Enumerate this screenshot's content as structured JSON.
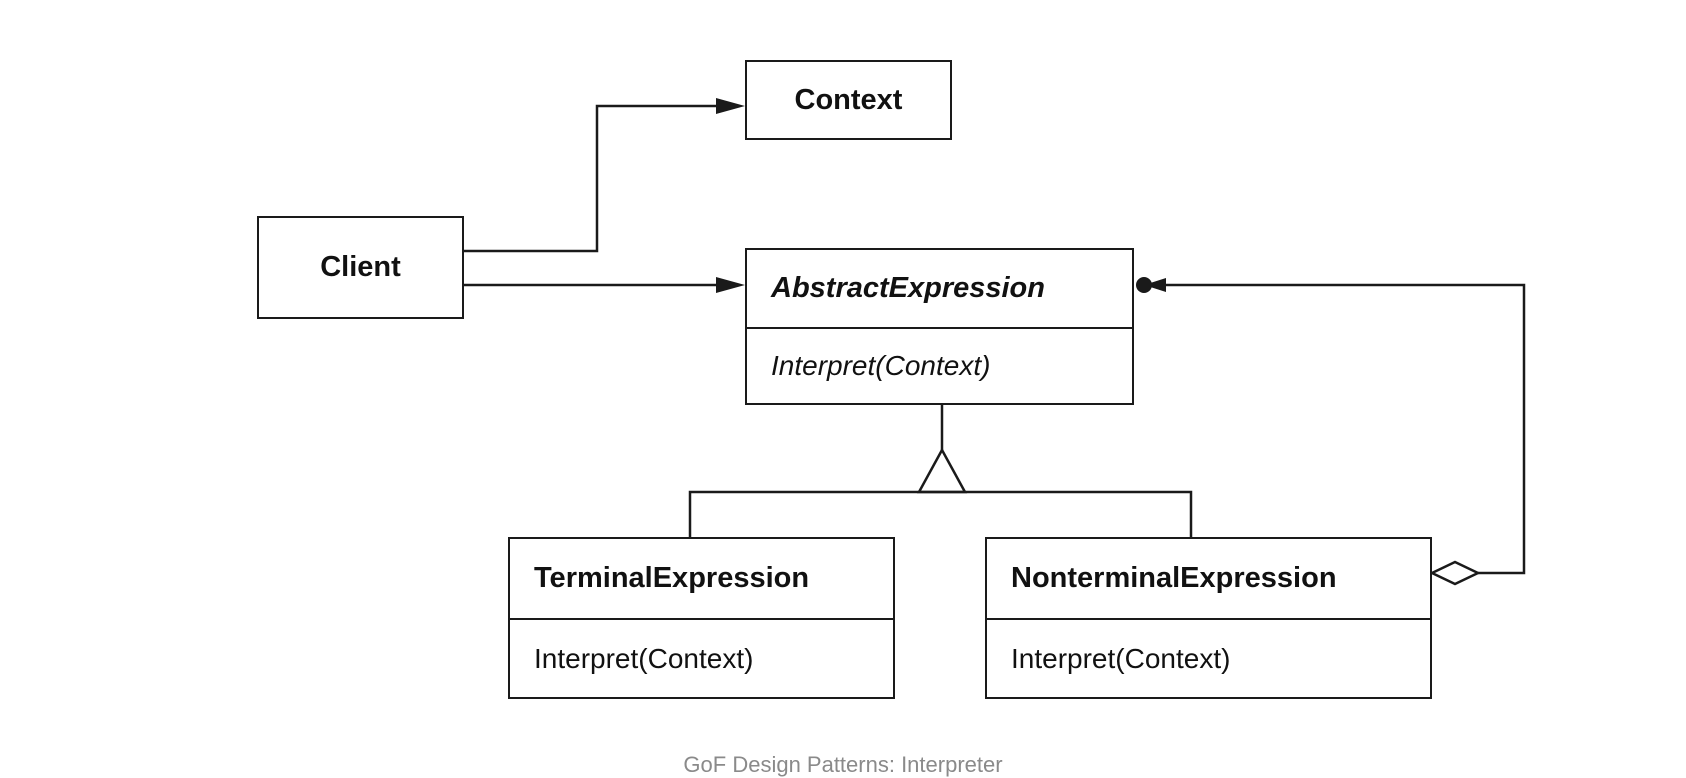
{
  "diagram": {
    "classes": {
      "context": {
        "name": "Context"
      },
      "client": {
        "name": "Client"
      },
      "abstract_expression": {
        "name": "AbstractExpression",
        "operation": "Interpret(Context)"
      },
      "terminal_expression": {
        "name": "TerminalExpression",
        "operation": "Interpret(Context)"
      },
      "nonterminal_expression": {
        "name": "NonterminalExpression",
        "operation": "Interpret(Context)"
      }
    },
    "caption": "GoF Design Patterns: Interpreter",
    "colors": {
      "line": "#1a1a1a",
      "background": "#ffffff",
      "caption": "#8a8a8a"
    }
  }
}
